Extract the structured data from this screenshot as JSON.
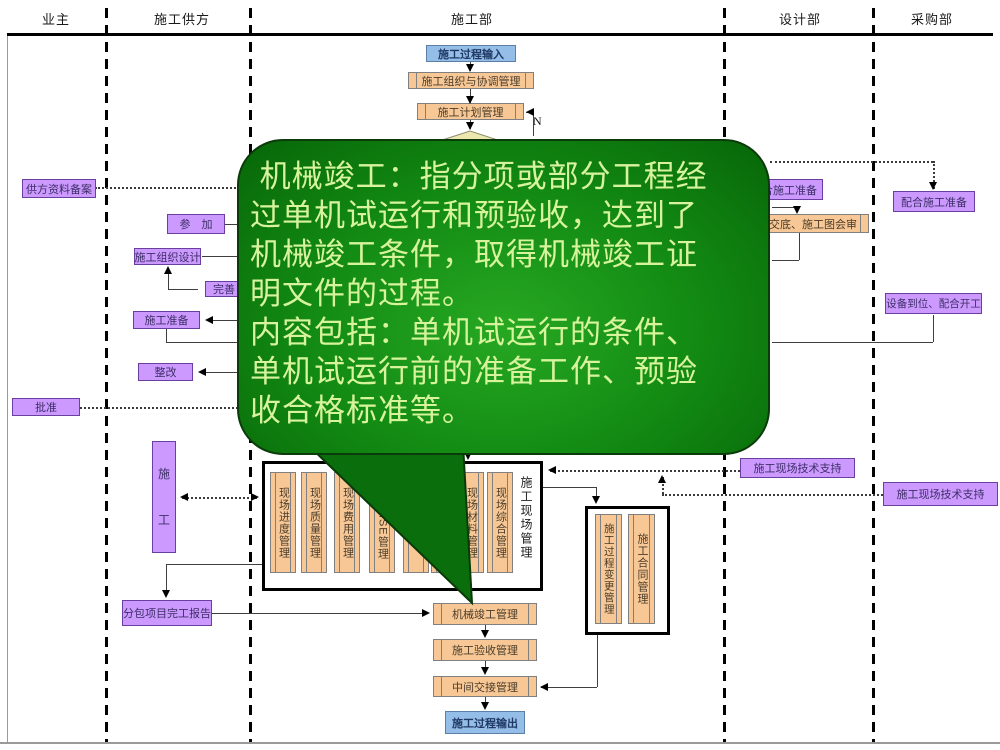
{
  "lanes": [
    "业主",
    "施工供方",
    "施工部",
    "设计部",
    "采购部"
  ],
  "bubble": {
    "text": " 机械竣工：指分项或部分工程经\n过单机试运行和预验收，达到了\n机械竣工条件，取得机械竣工证\n明文件的过程。\n内容包括：单机试运行的条件、\n单机试运行前的准备工作、预验\n收合格标准等。"
  },
  "labels": {
    "n_branch": "N",
    "process_input": "施工过程输入",
    "org_coord": "施工组织与协调管理",
    "plan_mgmt": "施工计划管理",
    "supplier_record": "供方资料备案",
    "participate": "参　加",
    "org_design": "施工组织设计",
    "perfect": "完善",
    "constr_prep": "施工准备",
    "rectify": "整改",
    "approve": "批准",
    "design_coop_prep": "配合施工准备",
    "disclosure": "交底、施工图会审",
    "proc_coop_prep": "配合施工准备",
    "equip_arrival": "设备到位、配合开工",
    "design_tech_support": "施工现场技术支持",
    "proc_tech_support": "施工现场技术支持",
    "construction": "施\n工",
    "subcontract_report": "分包项目完工报告",
    "mech_completion": "机械竣工管理",
    "acceptance": "施工验收管理",
    "handover": "中间交接管理",
    "process_output": "施工过程输出",
    "site_group_label": "施工现场管理",
    "site_schedule": "现场进度管理",
    "site_quality": "现场质量管理",
    "site_cost": "现场费用管理",
    "site_hse": "现场HSE管理",
    "site_hidden_a": "",
    "site_hidden_b": "",
    "site_material": "现场材料管理",
    "site_comprehensive": "现场综合管理",
    "process_change": "施工过程变更管理",
    "contract_mgmt": "施工合同管理"
  },
  "colors": {
    "purple_fill": "#cc99ff",
    "purple_border": "#6b3fa0",
    "orange_fill": "#f7c795",
    "orange_border": "#808080",
    "blue_fill": "#94bee7",
    "blue_border": "#5b7fa6",
    "bubble_light": "#27a822",
    "bubble_dark": "#076608",
    "bubble_text": "#d7f49d",
    "tail_fill": "#0a6e0d"
  }
}
